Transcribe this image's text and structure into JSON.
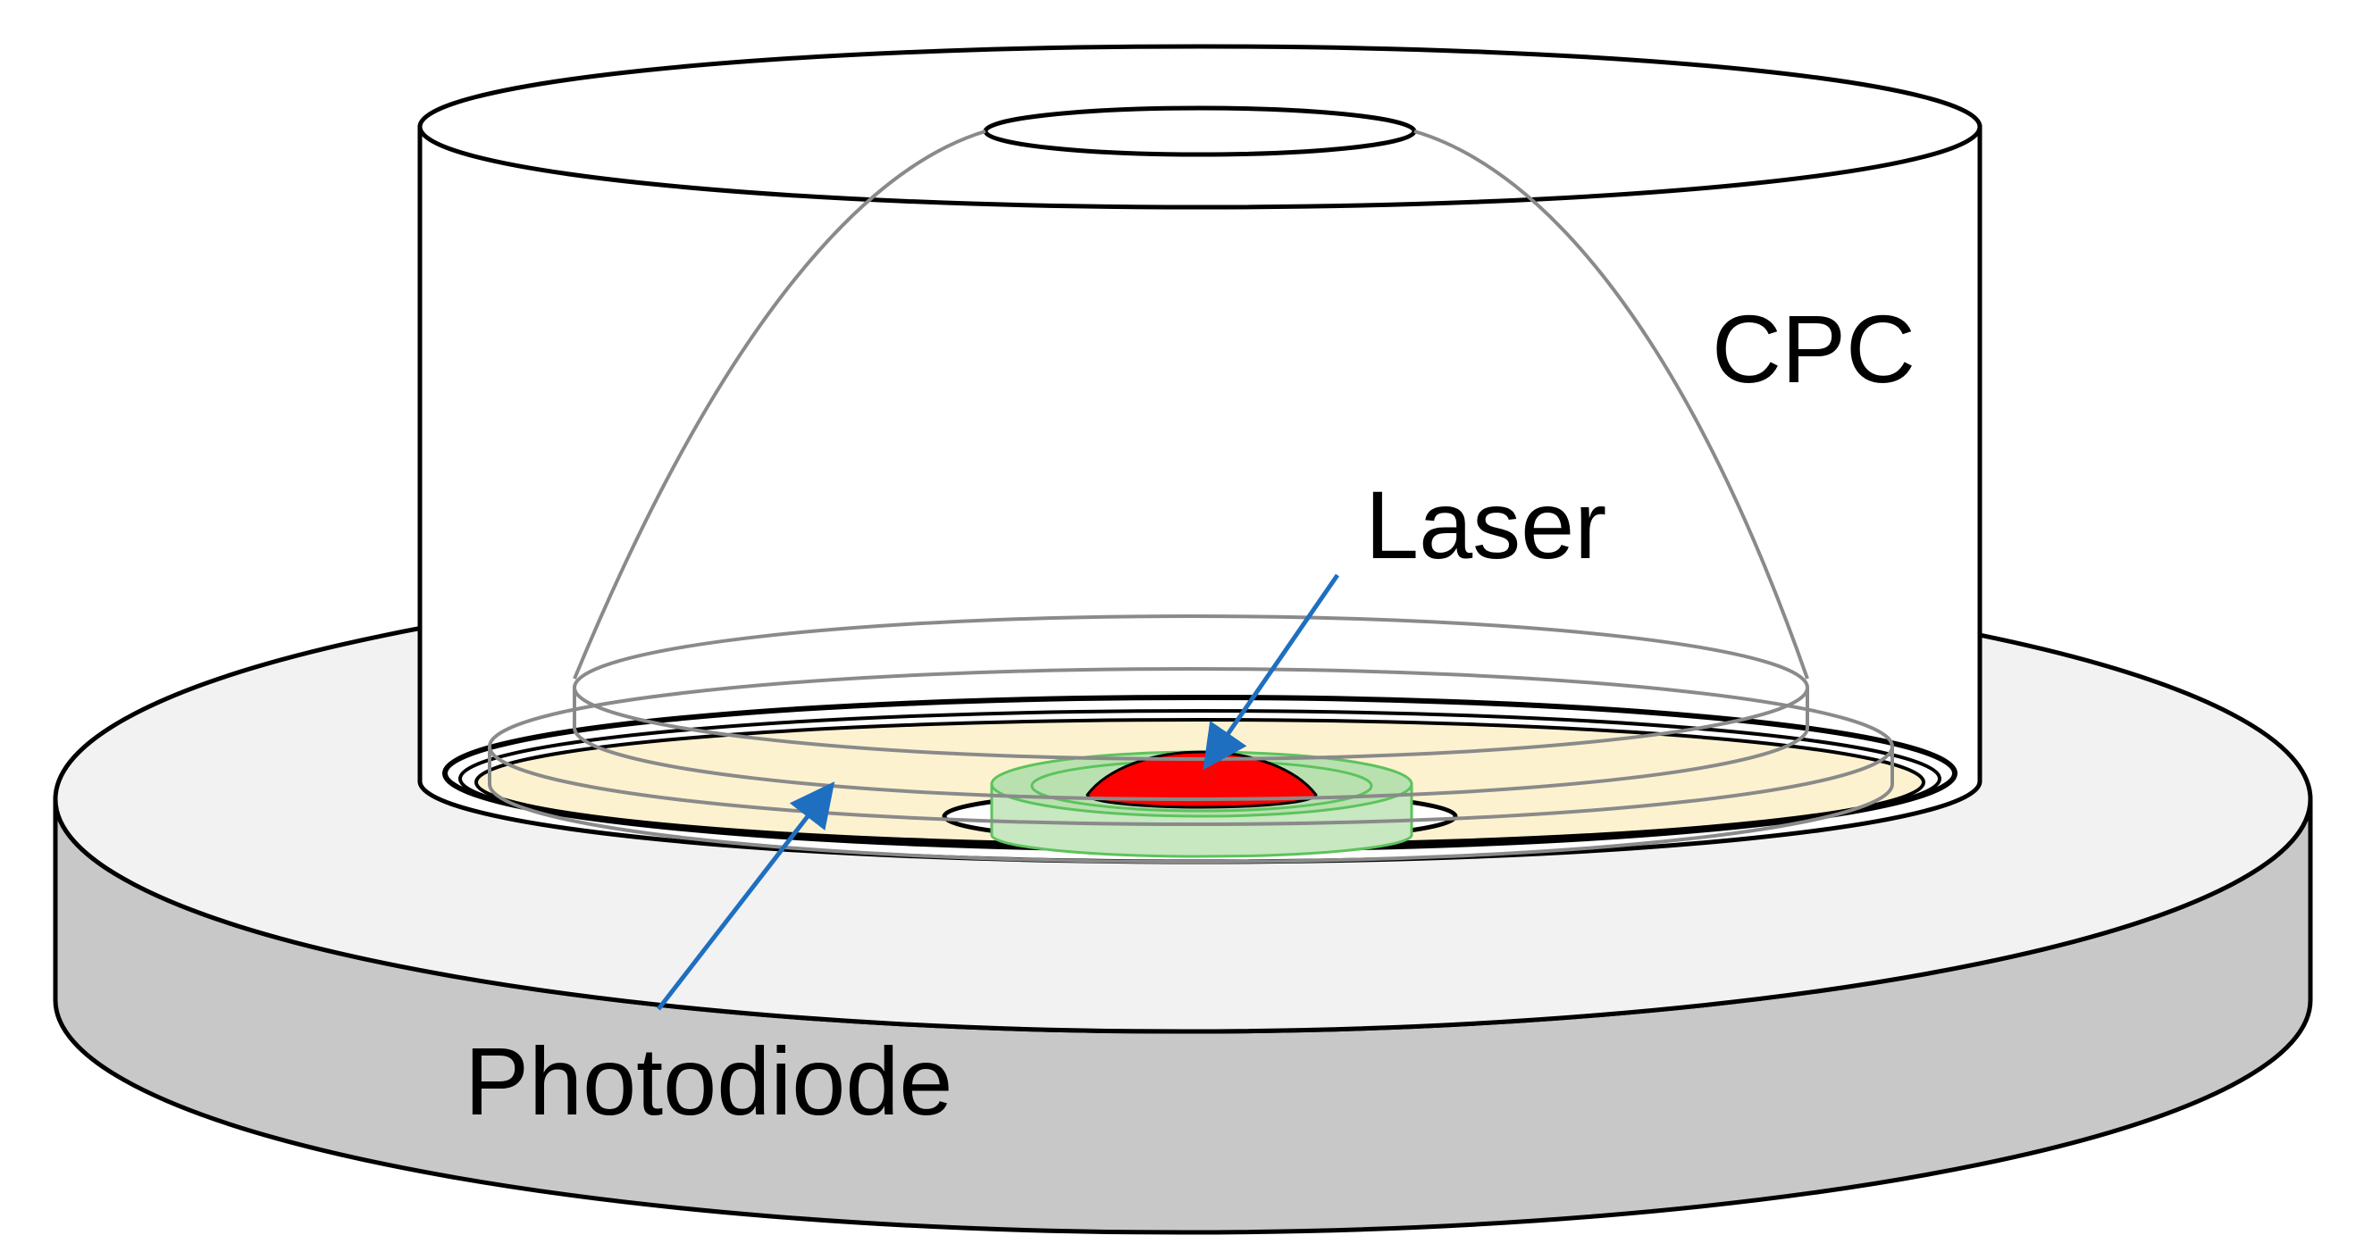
{
  "labels": {
    "cpc": "CPC",
    "laser": "Laser",
    "photodiode": "Photodiode"
  },
  "colors": {
    "stroke": "#000000",
    "base_top": "#f2f2f2",
    "base_side": "#c8c8c8",
    "photodiode": "#fdf2d0",
    "laser": "#ff0000",
    "laser_mount": "#c7e8c0",
    "laser_mount_stroke": "#5cc35c",
    "cpc_outline": "#8a8a8a",
    "arrow": "#1f6fc0"
  }
}
